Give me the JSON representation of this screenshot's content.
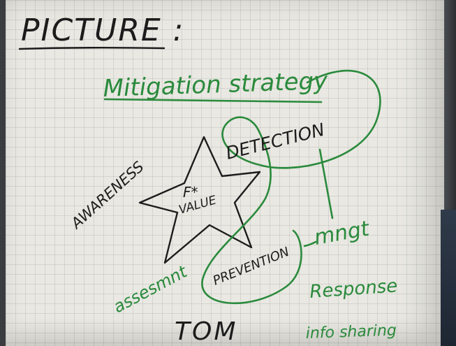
{
  "photo": {
    "subject": "handwritten-flipchart",
    "ink_colors": {
      "black": "#1c1c1c",
      "green": "#2a8a3c"
    }
  },
  "flipchart": {
    "heading": "PICTURE :",
    "title": "Mitigation strategy",
    "center_symbol": "F*",
    "center_label": "VALUE",
    "words": {
      "awareness": "AWARENESS",
      "detection": "DETECTION",
      "prevention": "PREVENTION",
      "mngt": "mngt",
      "assessment": "assesmnt",
      "response": "Response",
      "info_sharing": "info sharing",
      "tom": "TOM"
    }
  }
}
